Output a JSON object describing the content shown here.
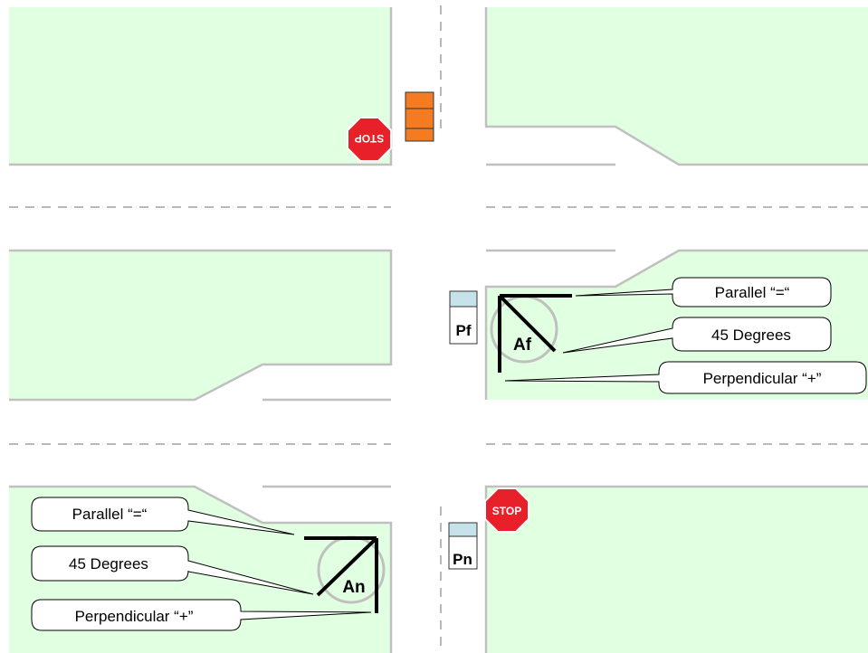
{
  "colors": {
    "lot_fill": "#e1ffe1",
    "curb": "#c0c0c0",
    "lane_dash": "#b8b8b8",
    "car_orange": "#f47b20",
    "car_top": "#c5e3e8",
    "stop_red": "#e8202a",
    "angle_line": "#000000",
    "circle": "#c0c0c0"
  },
  "vehicles": {
    "car": {
      "icon": "orange-car-icon"
    },
    "pf": {
      "label": "Pf",
      "icon": "parked-car-icon"
    },
    "pn": {
      "label": "Pn",
      "icon": "parked-car-icon"
    }
  },
  "signs": {
    "top": {
      "label": "STOP",
      "rotated": true,
      "icon": "stop-sign-icon"
    },
    "bottom": {
      "label": "STOP",
      "rotated": false,
      "icon": "stop-sign-icon"
    }
  },
  "angles": {
    "af": {
      "label": "Af"
    },
    "an": {
      "label": "An"
    }
  },
  "callouts": {
    "right": {
      "parallel": "Parallel “=“",
      "degrees": "45 Degrees",
      "perpendicular": "Perpendicular “+”"
    },
    "left": {
      "parallel": "Parallel “=“",
      "degrees": "45 Degrees",
      "perpendicular": "Perpendicular “+”"
    }
  }
}
